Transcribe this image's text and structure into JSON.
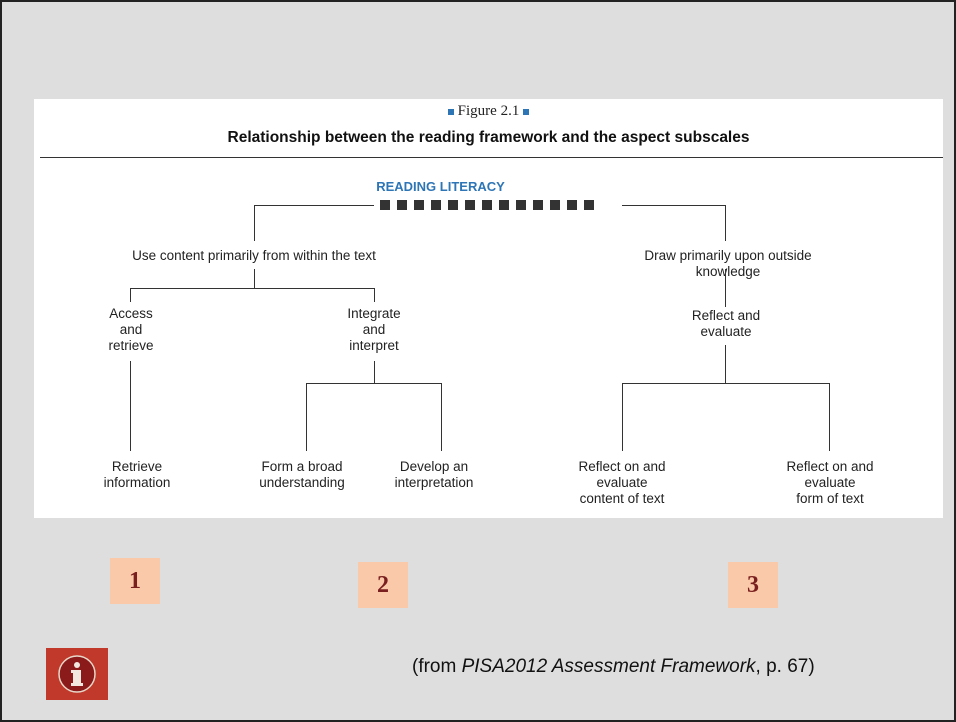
{
  "figure": {
    "caption": "Figure 2.1",
    "title": "Relationship between the reading framework and the aspect subscales",
    "root": "READING LITERACY",
    "branch_left": "Use content primarily from within the text",
    "branch_right": "Draw primarily upon outside knowledge",
    "access": "Access\nand\nretrieve",
    "integrate": "Integrate\nand\ninterpret",
    "reflect": "Reflect and\nevaluate",
    "retrieve_info": "Retrieve\ninformation",
    "form_broad": "Form a broad\nunderstanding",
    "develop": "Develop an\ninterpretation",
    "reflect_content": "Reflect on and\nevaluate\ncontent of text",
    "reflect_form": "Reflect on and\nevaluate\nform of text"
  },
  "markers": [
    "1",
    "2",
    "3"
  ],
  "source": {
    "prefix": "(from ",
    "title": "PISA2012 Assessment Framework",
    "suffix": ", p. 67)"
  },
  "colors": {
    "accent": "#2e75b6",
    "marker_bg": "#f9c9a9",
    "marker_text": "#7a1f1f",
    "info_bg": "#c0392b"
  },
  "icons": {
    "info": "info-icon"
  }
}
